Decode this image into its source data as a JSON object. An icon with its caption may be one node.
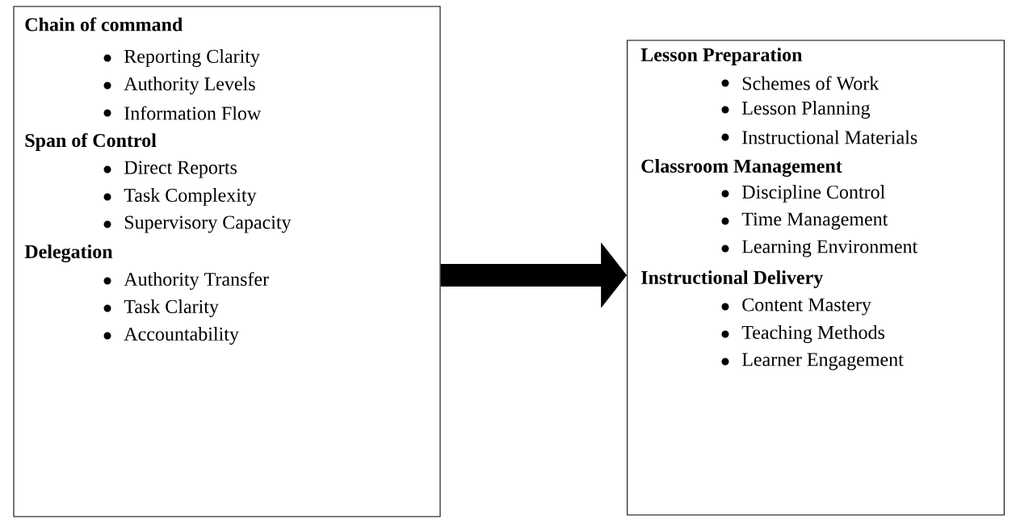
{
  "diagram": {
    "nodes": [
      {
        "text": [
          "Chain of command",
          "Reporting Clarity",
          "Authority Levels",
          "Information Flow",
          "Span of Control",
          "Direct Reports",
          "Task Complexity",
          "Supervisory Capacity",
          "Delegation",
          "Authority Transfer",
          "Task Clarity",
          "Accountability"
        ]
      },
      {
        "text": [
          "Lesson Preparation",
          "Schemes of Work",
          "Lesson Planning",
          "Instructional Materials",
          "Classroom Management",
          "Discipline Control",
          "Time Management",
          "Learning Environment",
          "Instructional Delivery",
          "Content Mastery",
          "Teaching Methods",
          "Learner Engagement"
        ]
      }
    ],
    "edges": [
      {
        "from": 0,
        "to": 1,
        "arrow": "to"
      }
    ]
  }
}
